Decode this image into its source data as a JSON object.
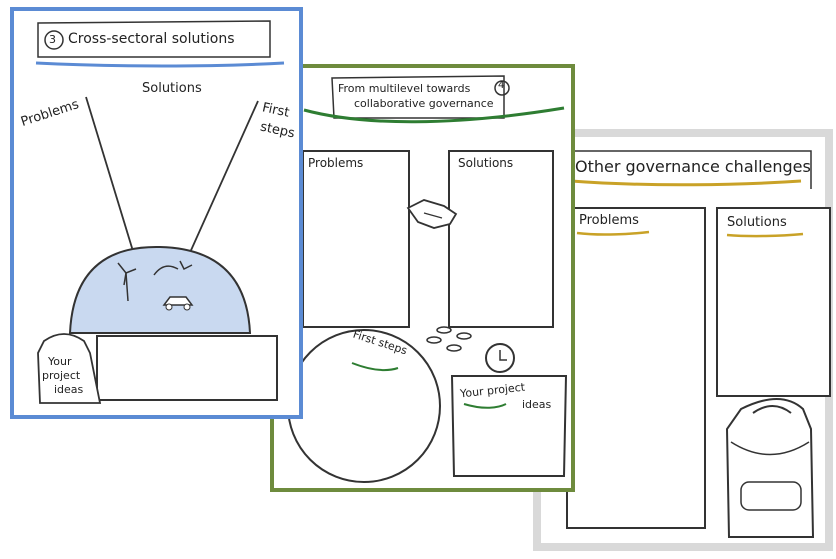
{
  "sheet1": {
    "number": "3",
    "title": "Cross-sectoral solutions",
    "label_problems": "Problems",
    "label_solutions": "Solutions",
    "label_first": "First",
    "label_steps": "steps",
    "label_your": "Your",
    "label_project": "project",
    "label_ideas": "ideas",
    "frame_color": "#5B8BD4"
  },
  "sheet2": {
    "number": "4",
    "title_line1": "From multilevel towards",
    "title_line2": "collaborative governance",
    "label_problems": "Problems",
    "label_solutions": "Solutions",
    "label_first_steps": "First steps",
    "label_your_project": "Your project",
    "label_ideas": "ideas",
    "frame_color": "#6E8B3D"
  },
  "sheet3": {
    "title": "Other governance challenges",
    "label_problems": "Problems",
    "label_solutions": "Solutions",
    "frame_color": "#D8D8D8"
  },
  "icons": [
    "wind-turbine-icon",
    "globe-icon",
    "car-icon",
    "handshake-icon",
    "footprints-icon",
    "backpack-icon",
    "clock-icon"
  ]
}
